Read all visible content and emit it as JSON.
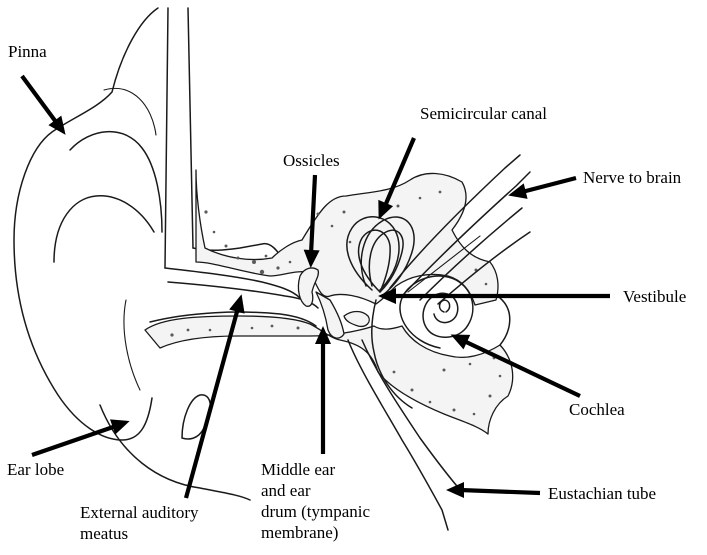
{
  "labels": {
    "pinna": "Pinna",
    "semicircular_canal": "Semicircular canal",
    "ossicles": "Ossicles",
    "nerve_to_brain": "Nerve to brain",
    "vestibule": "Vestibule",
    "cochlea": "Cochlea",
    "ear_lobe": "Ear lobe",
    "external_auditory_meatus": [
      "External auditory",
      "meatus"
    ],
    "middle_ear": [
      "Middle ear",
      "and ear",
      "drum (tympanic",
      "membrane)"
    ],
    "eustachian_tube": "Eustachian tube"
  },
  "colors": {
    "ink": "#1a1a1a",
    "arrow": "#000000",
    "background": "#ffffff"
  }
}
